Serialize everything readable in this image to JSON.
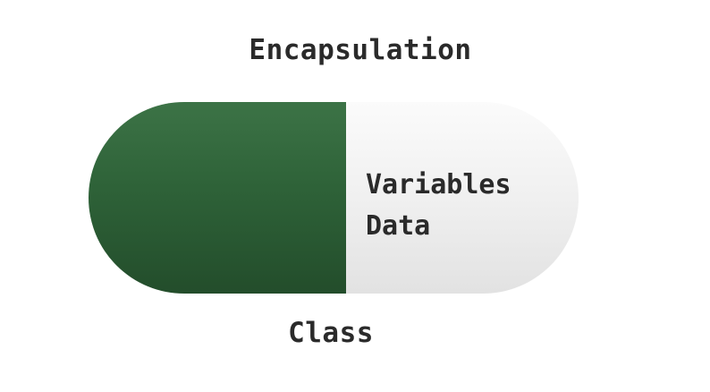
{
  "diagram": {
    "title": "Encapsulation",
    "capsule": {
      "left_color": "#2e6238",
      "right_color": "#f2f2f2",
      "labels": [
        "Variables",
        "Data"
      ]
    },
    "caption": "Class"
  }
}
